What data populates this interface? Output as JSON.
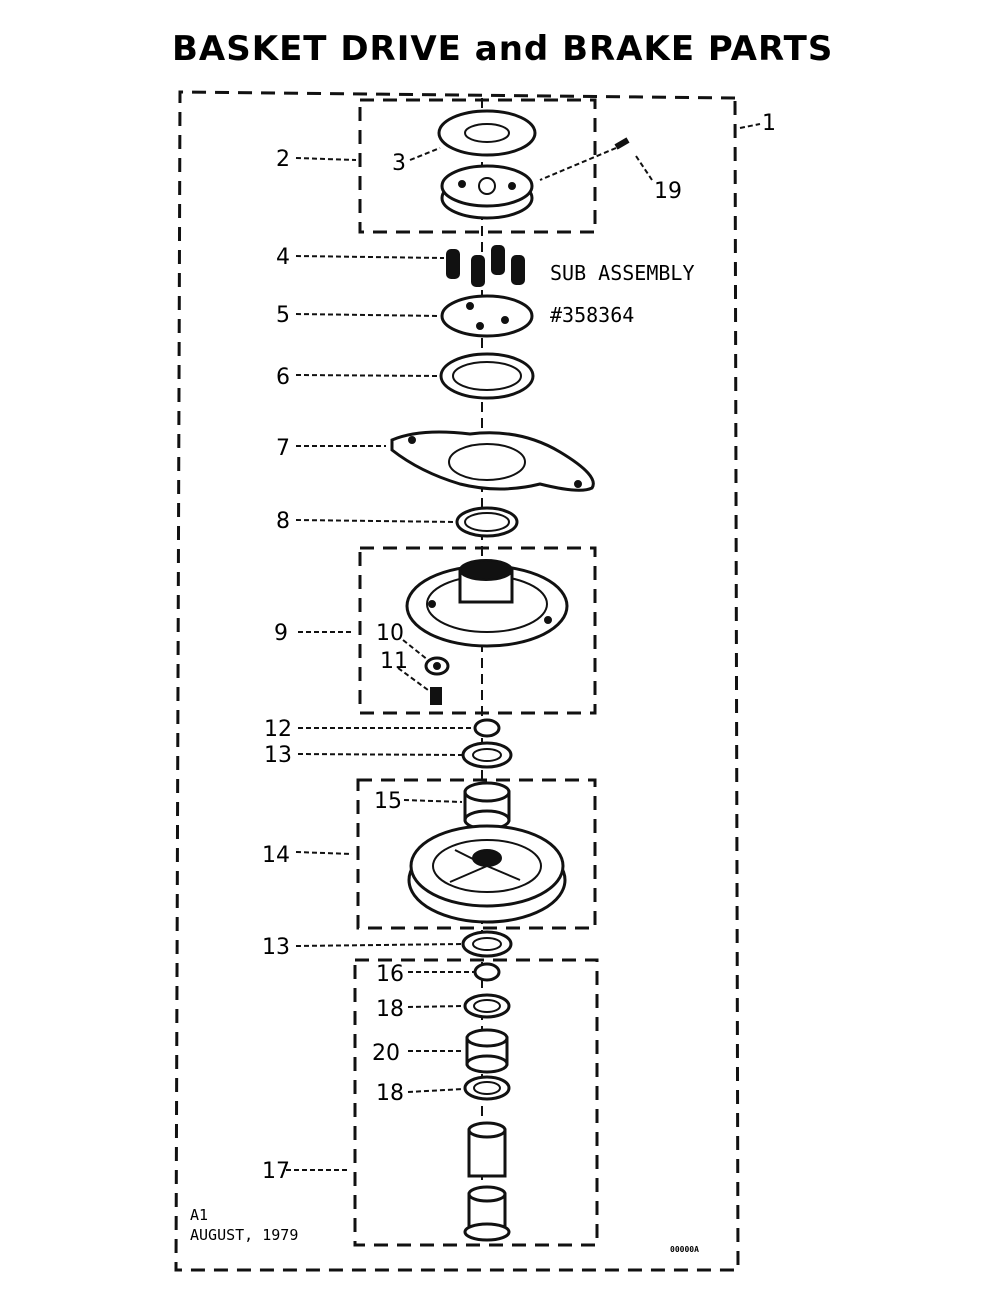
{
  "title": "BASKET DRIVE and BRAKE PARTS",
  "sub_assembly_label": "SUB ASSEMBLY",
  "sub_assembly_number": "#358364",
  "revision": "A1",
  "date": "AUGUST, 1979",
  "drawing_code": "00000A",
  "callouts": {
    "c1": "1",
    "c2": "2",
    "c3": "3",
    "c4": "4",
    "c5": "5",
    "c6": "6",
    "c7": "7",
    "c8": "8",
    "c9": "9",
    "c10": "10",
    "c11": "11",
    "c12": "12",
    "c13a": "13",
    "c13b": "13",
    "c14": "14",
    "c15": "15",
    "c16": "16",
    "c17": "17",
    "c18a": "18",
    "c18b": "18",
    "c19": "19",
    "c20": "20"
  }
}
